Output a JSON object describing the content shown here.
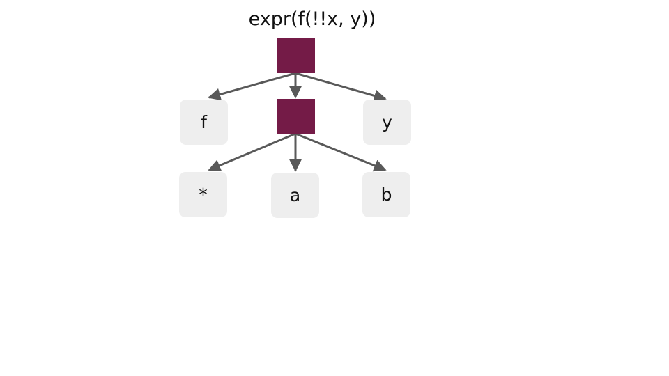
{
  "diagram": {
    "title": "expr(f(!!x, y))",
    "node_color": "#741b47",
    "leaf_color": "#eeeeee",
    "edge_color": "#595959",
    "leaves": {
      "f": "f",
      "y": "y",
      "star": "*",
      "a": "a",
      "b": "b"
    }
  }
}
